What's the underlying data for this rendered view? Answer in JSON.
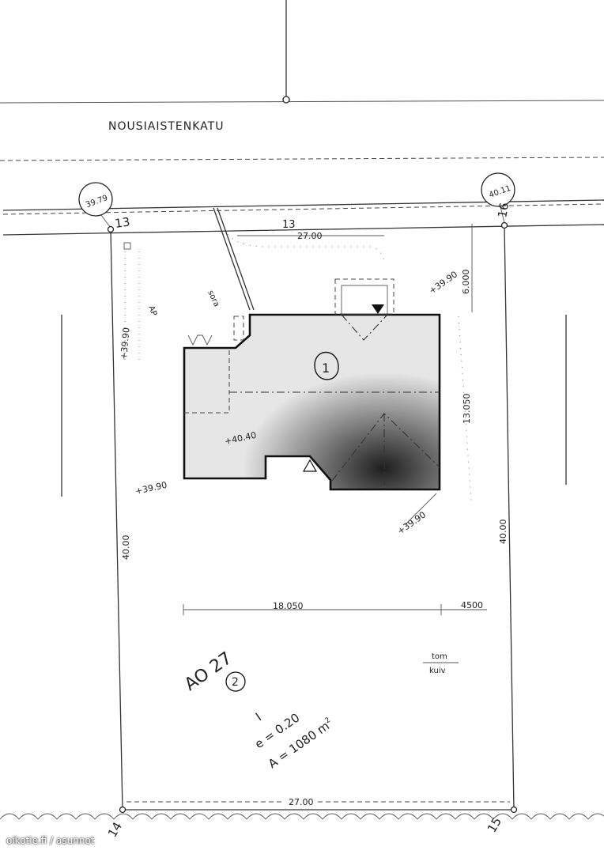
{
  "street_name": "NOUSIAISTENKATU",
  "corner_points": {
    "p13": "13",
    "p16": "16",
    "p14": "14",
    "p15": "15"
  },
  "corner_elevations": {
    "c13": "39.79",
    "c16": "40.11"
  },
  "plot_number_street": "13",
  "dimensions": {
    "top_width": "27.00",
    "bottom_width": "27.00",
    "left_depth": "40.00",
    "right_depth": "40.00",
    "front_setback": "6.000",
    "side_distance_right": "13.050",
    "horizontal_a": "18.050",
    "horizontal_b": "4500"
  },
  "elevations": {
    "e1": "+39.90",
    "e2": "+39.90",
    "e3": "+40.40",
    "e4": "+39.90",
    "e5": "+39.90"
  },
  "labels": {
    "parking": "AP",
    "gravel": "sora",
    "building_no": "1",
    "zone_code": "AO 27",
    "block_no": "2",
    "floors": "I",
    "efficiency": "e = 0.20",
    "area": "A = 1080 m",
    "area_sup": "2",
    "lot_top": "tom",
    "lot_bottom": "kuiv"
  },
  "watermark": "oikotie.fi / asunnot"
}
